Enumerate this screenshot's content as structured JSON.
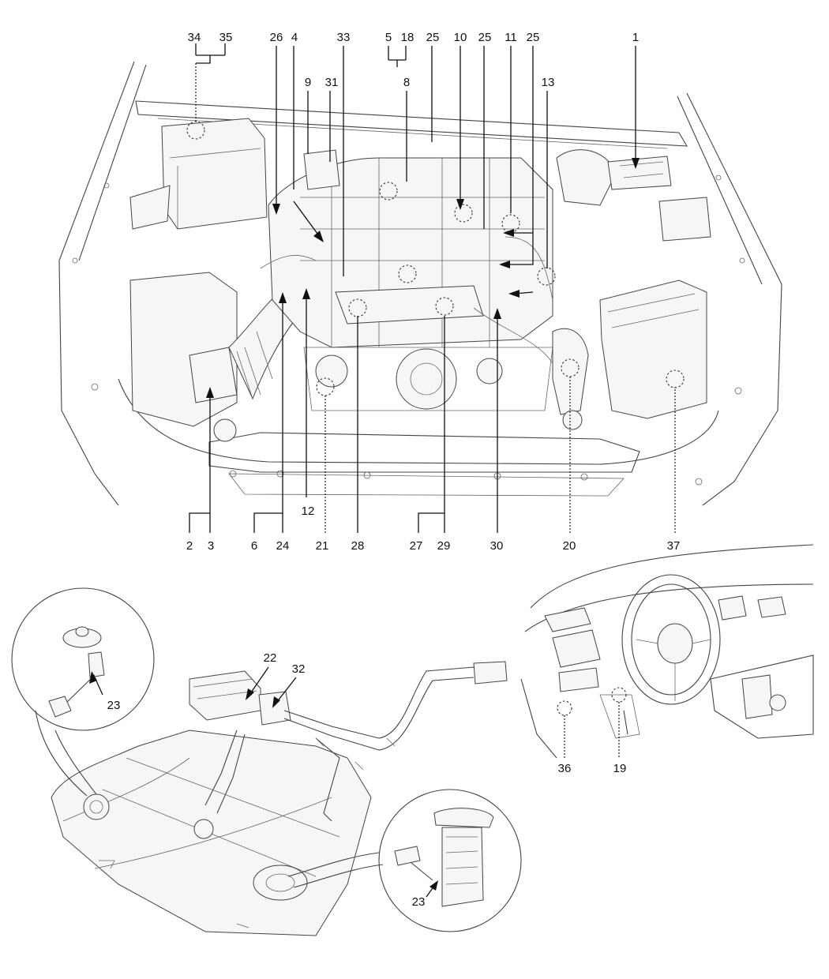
{
  "callouts": {
    "engine_top": [
      "34",
      "35",
      "26",
      "4",
      "33",
      "5",
      "18",
      "25",
      "10",
      "25",
      "11",
      "25",
      "1",
      "9",
      "31",
      "8",
      "13"
    ],
    "engine_bottom": [
      "2",
      "3",
      "6",
      "24",
      "12",
      "21",
      "28",
      "27",
      "29",
      "30",
      "20",
      "37"
    ],
    "evap": [
      "22",
      "32"
    ],
    "tank_left_detail": [
      "23"
    ],
    "tank_right_detail": [
      "23"
    ],
    "cabin": [
      "36",
      "19"
    ]
  },
  "icons": {
    "engine_bay": "engine-bay-illustration",
    "fuel_tank": "fuel-tank-illustration",
    "interior": "vehicle-interior-illustration"
  }
}
